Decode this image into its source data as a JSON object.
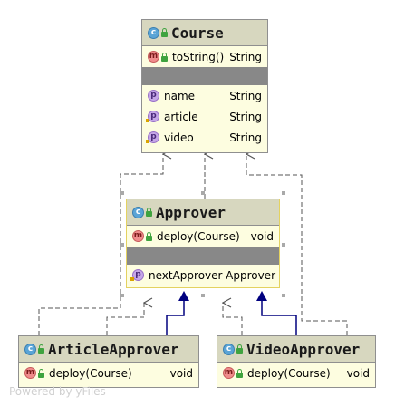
{
  "classes": {
    "course": {
      "name": "Course",
      "methods": [
        {
          "name": "toString()",
          "type": "String"
        }
      ],
      "fields": [
        {
          "name": "name",
          "type": "String"
        },
        {
          "name": "article",
          "type": "String"
        },
        {
          "name": "video",
          "type": "String"
        }
      ]
    },
    "approver": {
      "name": "Approver",
      "methods": [
        {
          "name": "deploy(Course)",
          "type": "void"
        }
      ],
      "fields": [
        {
          "name": "nextApprover",
          "type": "Approver"
        }
      ]
    },
    "article_approver": {
      "name": "ArticleApprover",
      "methods": [
        {
          "name": "deploy(Course)",
          "type": "void"
        }
      ]
    },
    "video_approver": {
      "name": "VideoApprover",
      "methods": [
        {
          "name": "deploy(Course)",
          "type": "void"
        }
      ]
    }
  },
  "icons": {
    "class": "class-icon",
    "method": "method-icon",
    "field": "field-icon",
    "visibility": "lock-icon"
  },
  "colors": {
    "header_bg": "#d7d7bf",
    "body_bg": "#fdfde0",
    "separator": "#888888",
    "selected_border": "#e4d260",
    "inheritance_edge": "#00007f",
    "dependency_edge": "#555555"
  },
  "footer": "Powered by yFiles"
}
